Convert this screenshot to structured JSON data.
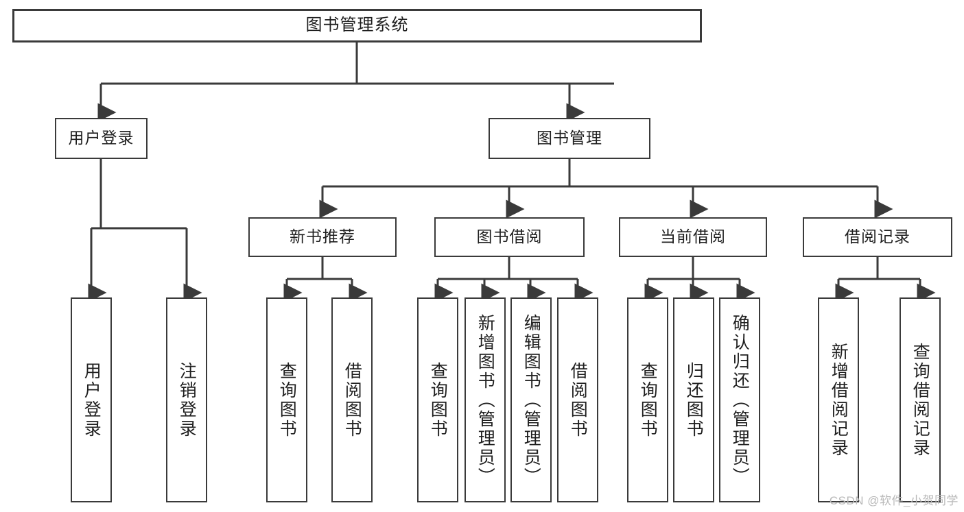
{
  "diagram": {
    "type": "tree",
    "title": "图书管理系统",
    "watermark": "CSDN @软件_小贺同学",
    "nodes": {
      "root": {
        "label": "图书管理系统"
      },
      "level2": [
        {
          "id": "user-login",
          "label": "用户登录"
        },
        {
          "id": "book-manage",
          "label": "图书管理"
        }
      ],
      "level3": [
        {
          "id": "new-book-recommend",
          "label": "新书推荐"
        },
        {
          "id": "book-borrow",
          "label": "图书借阅"
        },
        {
          "id": "current-borrow",
          "label": "当前借阅"
        },
        {
          "id": "borrow-record",
          "label": "借阅记录"
        }
      ],
      "leaves": {
        "user_login": [
          {
            "id": "leaf-user-login",
            "label": "用户登录"
          },
          {
            "id": "leaf-logout-login",
            "label": "注销登录"
          }
        ],
        "new_book_recommend": [
          {
            "id": "leaf-query-book-1",
            "label": "查询图书"
          },
          {
            "id": "leaf-borrow-book-1",
            "label": "借阅图书"
          }
        ],
        "book_borrow": [
          {
            "id": "leaf-query-book-2",
            "label": "查询图书"
          },
          {
            "id": "leaf-add-book",
            "label": "新增图书（管理员）"
          },
          {
            "id": "leaf-edit-book",
            "label": "编辑图书（管理员）"
          },
          {
            "id": "leaf-borrow-book-2",
            "label": "借阅图书"
          }
        ],
        "current_borrow": [
          {
            "id": "leaf-query-book-3",
            "label": "查询图书"
          },
          {
            "id": "leaf-return-book",
            "label": "归还图书"
          },
          {
            "id": "leaf-confirm-return",
            "label": "确认归还（管理员）"
          }
        ],
        "borrow_record": [
          {
            "id": "leaf-add-record",
            "label": "新增借阅记录"
          },
          {
            "id": "leaf-query-record",
            "label": "查询借阅记录"
          }
        ]
      }
    },
    "colors": {
      "stroke": "#3a3a3a",
      "background": "#ffffff",
      "text": "#1f1f1f",
      "watermark": "#b9b9b9"
    }
  }
}
